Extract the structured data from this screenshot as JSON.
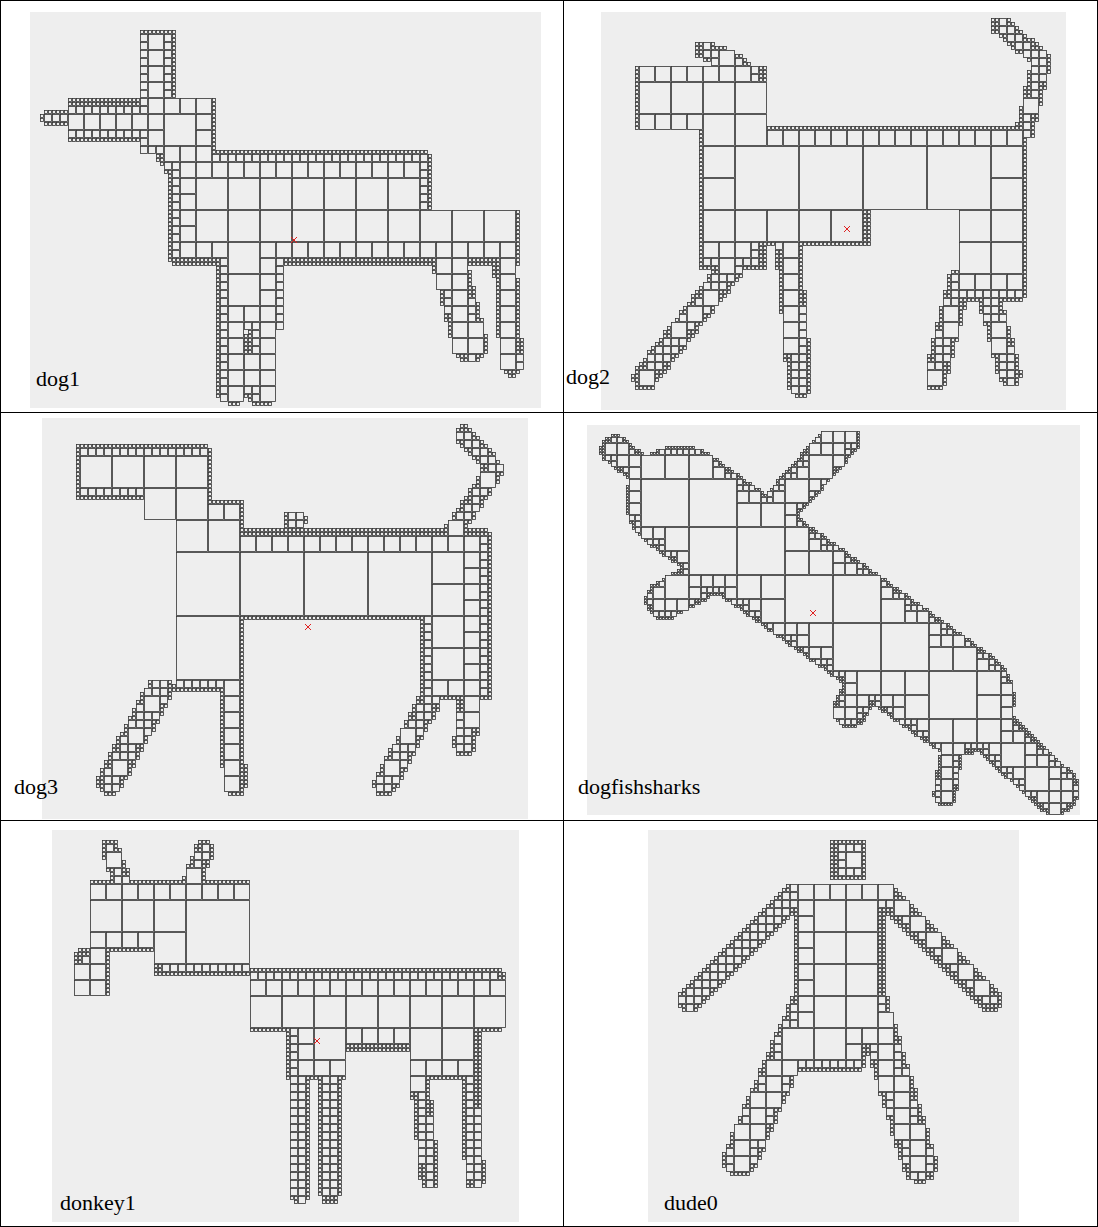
{
  "diagram": {
    "labels": [
      "dog1",
      "dog2",
      "dog3",
      "dogfishsharks",
      "donkey1",
      "dude0"
    ]
  }
}
